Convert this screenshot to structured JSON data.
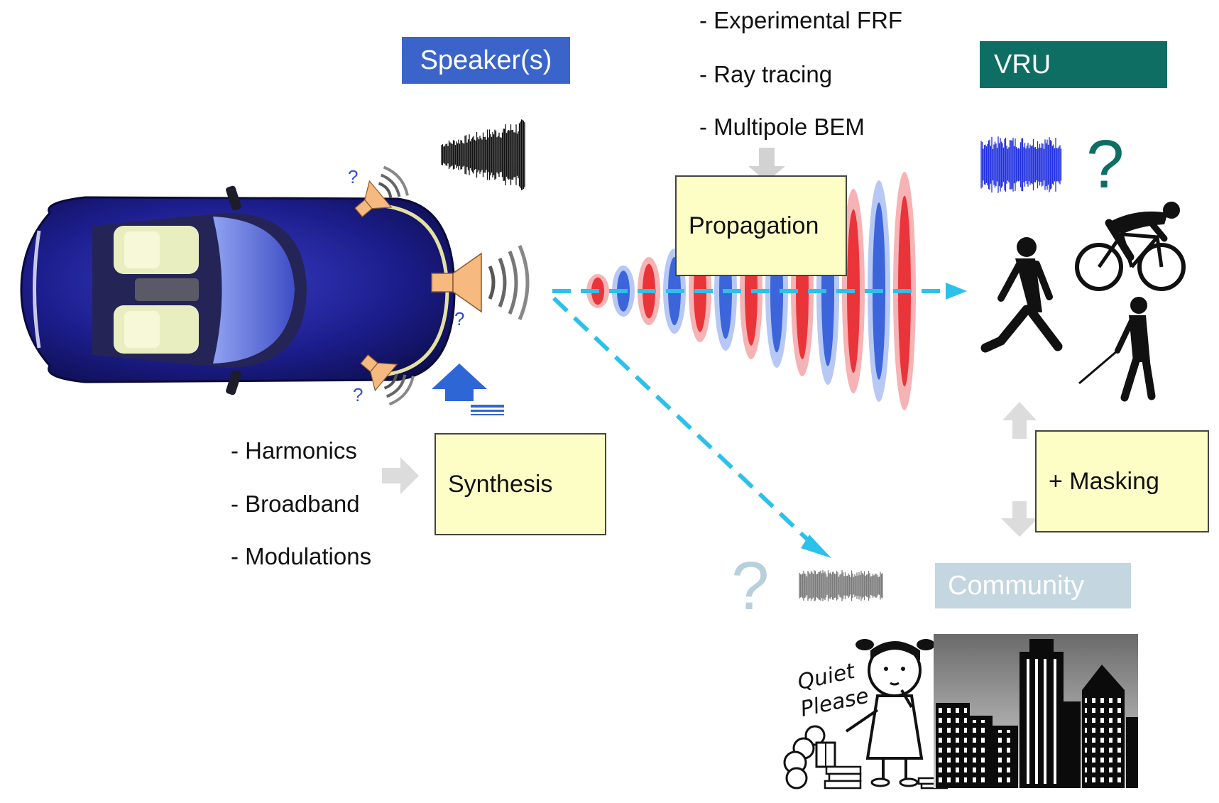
{
  "labels": {
    "speakers": "Speaker(s)",
    "vru": "VRU",
    "community": "Community"
  },
  "boxes": {
    "propagation": "Propagation",
    "synthesis": "Synthesis",
    "masking": "+ Masking"
  },
  "propagation_methods": [
    "- Experimental FRF",
    "- Ray tracing",
    "- Multipole BEM"
  ],
  "synthesis_inputs": [
    "- Harmonics",
    "- Broadband",
    "- Modulations"
  ],
  "marks": {
    "question_small": "?",
    "question_large": "?"
  },
  "sign": {
    "line1": "Quiet",
    "line2": "Please"
  },
  "colors": {
    "speakers_label_bg": "#3a64c9",
    "vru_label_bg": "#0e6e63",
    "community_label_bg": "#c4d6e0",
    "box_fill": "#fdfdc6",
    "dashed_path": "#2bc1ea",
    "car_body": "#1c1d8c",
    "speaker_cone": "#f6b97f"
  }
}
